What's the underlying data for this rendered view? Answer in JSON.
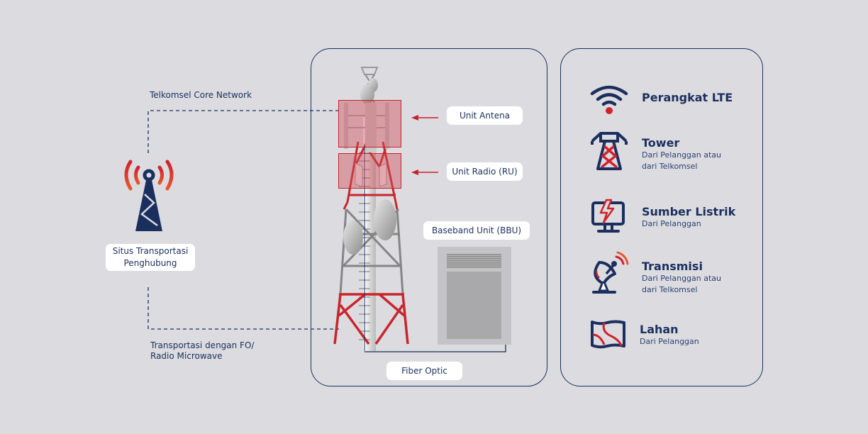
{
  "left": {
    "core_network_label": "Telkomsel Core Network",
    "site_label_line1": "Situs Transportasi",
    "site_label_line2": "Penghubung",
    "transport_label_line1": "Transportasi dengan FO/",
    "transport_label_line2": "Radio Microwave"
  },
  "center": {
    "unit_antena_label": "Unit Antena",
    "unit_radio_label": "Unit Radio (RU)",
    "bbu_label": "Baseband Unit (BBU)",
    "fiber_label": "Fiber Optic"
  },
  "legend": {
    "items": [
      {
        "icon": "wifi-icon",
        "title": "Perangkat LTE",
        "sub1": "",
        "sub2": ""
      },
      {
        "icon": "tower-icon",
        "title": "Tower",
        "sub1": "Dari Pelanggan atau",
        "sub2": "dari Telkomsel"
      },
      {
        "icon": "monitor-power-icon",
        "title": "Sumber Listrik",
        "sub1": "Dari Pelanggan",
        "sub2": ""
      },
      {
        "icon": "satellite-dish-icon",
        "title": "Transmisi",
        "sub1": "Dari Pelanggan atau",
        "sub2": "dari Telkomsel"
      },
      {
        "icon": "land-map-icon",
        "title": "Lahan",
        "sub1": "Dari Pelanggan",
        "sub2": ""
      }
    ]
  },
  "colors": {
    "navy": "#1b2f5e",
    "red": "#d0222d",
    "orange": "#e8562a",
    "background": "#dcdce0",
    "highlight": "#d9777d"
  }
}
